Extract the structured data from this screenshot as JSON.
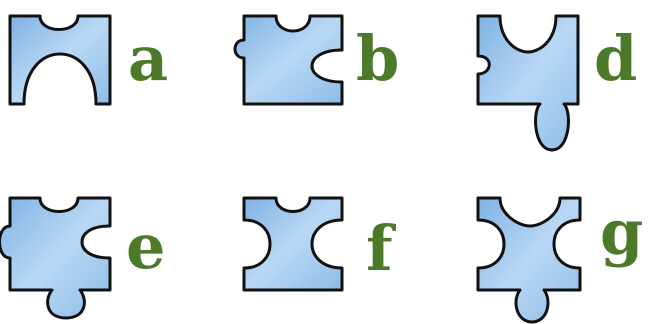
{
  "pieces": [
    {
      "id": "a",
      "label": "a",
      "color": "#8fbde8"
    },
    {
      "id": "b",
      "label": "b",
      "color": "#8fbde8"
    },
    {
      "id": "d",
      "label": "d",
      "color": "#8fbde8"
    },
    {
      "id": "e",
      "label": "e",
      "color": "#8fbde8"
    },
    {
      "id": "f",
      "label": "f",
      "color": "#8fbde8"
    },
    {
      "id": "g",
      "label": "g",
      "color": "#8fbde8"
    }
  ],
  "colors": {
    "piece_light": "#d6e9fb",
    "piece_dark": "#7aaee0",
    "outline": "#111111",
    "letter": "#4c7a2a"
  }
}
